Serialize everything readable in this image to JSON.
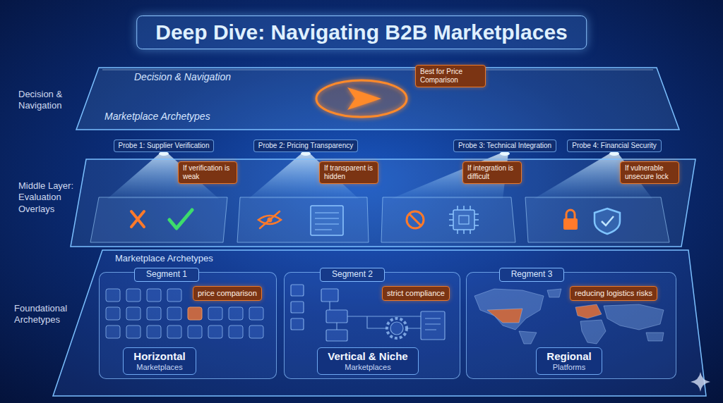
{
  "diagram": {
    "title": "Deep Dive: Navigating B2B Marketplaces",
    "nodes": [
      {
        "text": [
          "Decision & Navigation",
          "Marketplace Archetypes"
        ]
      },
      {
        "text": [
          "Best for Price Comparison"
        ],
        "in": 0
      },
      {
        "text": [
          "Probe 1: Supplier Verification"
        ]
      },
      {
        "text": [
          "Probe 2: Pricing Transparency"
        ]
      },
      {
        "text": [
          "Probe 3: Technical Integration"
        ]
      },
      {
        "text": [
          "Probe 4: Financial Security"
        ]
      },
      {
        "text": [
          "If verification is weak"
        ]
      },
      {
        "text": [
          "If transparent is hidden"
        ]
      },
      {
        "text": [
          "If integration is difficult"
        ]
      },
      {
        "text": [
          "If vulnerable unsecure lock"
        ]
      },
      {
        "text": [
          "Marketplace Archetypes"
        ]
      },
      {
        "text": [
          "Segment 1"
        ],
        "in": 10
      },
      {
        "text": [
          "price comparison"
        ],
        "in": 11
      },
      {
        "text": [
          "Horizontal",
          "Marketplaces"
        ],
        "in": 11
      },
      {
        "text": [
          "Segment 2"
        ],
        "in": 10
      },
      {
        "text": [
          "strict compliance"
        ],
        "in": 14
      },
      {
        "text": [
          "Vertical & Niche",
          "Marketplaces"
        ],
        "in": 14
      },
      {
        "text": [
          "Regment 3"
        ],
        "in": 10
      },
      {
        "text": [
          "reducing logistics risks"
        ],
        "in": 17
      },
      {
        "text": [
          "Regional",
          "Platforms"
        ],
        "in": 17
      }
    ],
    "labels": [
      "Decision & Navigation",
      "Middle Layer: Evaluation Overlays",
      "Foundational Archetypes"
    ]
  }
}
